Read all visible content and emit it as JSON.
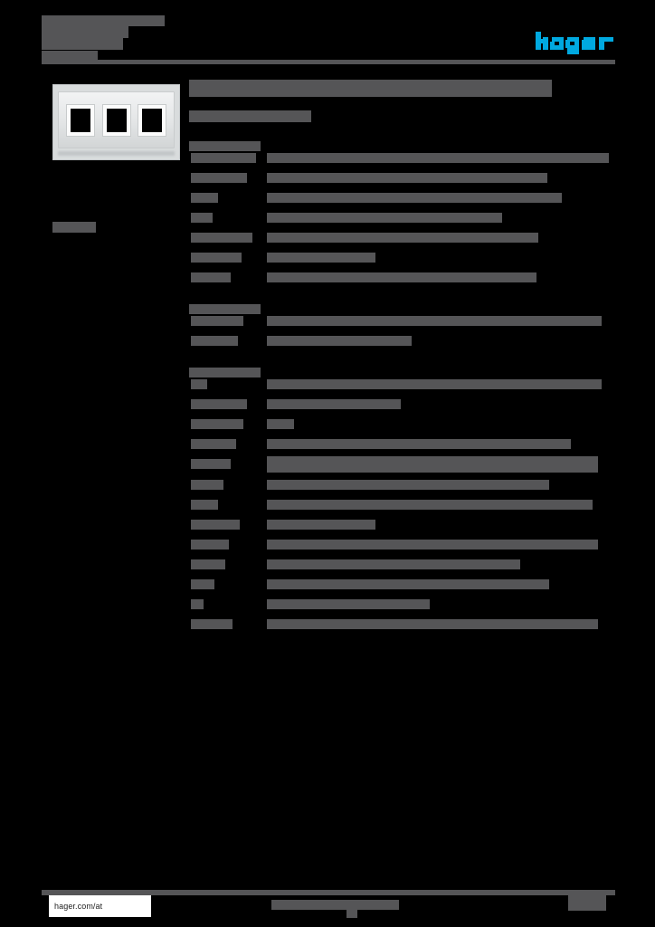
{
  "document": {
    "kind": "product-datasheet",
    "brand": "hager",
    "page_background": "#000000",
    "redaction_color": "#555557",
    "accent_color": "#00a9e0",
    "note": "All textual content on this page is obscured / redacted; only the brand logo and the footer URL remain legible."
  },
  "header": {
    "meta_lines": [
      {
        "id": "line-1",
        "text": "",
        "redacted": true
      },
      {
        "id": "line-2",
        "text": "",
        "redacted": true
      },
      {
        "id": "line-3",
        "text": "",
        "redacted": true
      },
      {
        "id": "line-4",
        "text": "",
        "redacted": true
      }
    ],
    "logo": {
      "name": "hager-logo",
      "label": "hager",
      "color": "#00a9e0"
    }
  },
  "left_column": {
    "product_image": {
      "name": "product-photo",
      "alt": "triple cover frame / wall plate",
      "windows": 3,
      "body_color": "#eceeef"
    },
    "caption": {
      "text": "",
      "redacted": true
    }
  },
  "main": {
    "title": {
      "text": "",
      "redacted": true
    },
    "subtitle": {
      "text": "",
      "redacted": true
    },
    "sections": [
      {
        "name": "section-1",
        "heading": {
          "text": "",
          "redacted": true
        },
        "rows": [
          {
            "label": "",
            "value": "",
            "label_w": 72,
            "value_w": 378,
            "tall": false
          },
          {
            "label": "",
            "value": "",
            "label_w": 62,
            "value_w": 310,
            "tall": false
          },
          {
            "label": "",
            "value": "",
            "label_w": 30,
            "value_w": 326,
            "tall": false
          },
          {
            "label": "",
            "value": "",
            "label_w": 24,
            "value_w": 260,
            "tall": false
          },
          {
            "label": "",
            "value": "",
            "label_w": 68,
            "value_w": 300,
            "tall": false
          },
          {
            "label": "",
            "value": "",
            "label_w": 56,
            "value_w": 120,
            "tall": false
          },
          {
            "label": "",
            "value": "",
            "label_w": 44,
            "value_w": 298,
            "tall": false
          }
        ]
      },
      {
        "name": "section-2",
        "heading": {
          "text": "",
          "redacted": true
        },
        "rows": [
          {
            "label": "",
            "value": "",
            "label_w": 58,
            "value_w": 370,
            "tall": false
          },
          {
            "label": "",
            "value": "",
            "label_w": 52,
            "value_w": 160,
            "tall": false
          }
        ]
      },
      {
        "name": "section-3",
        "heading": {
          "text": "",
          "redacted": true
        },
        "rows": [
          {
            "label": "",
            "value": "",
            "label_w": 18,
            "value_w": 370,
            "tall": false
          },
          {
            "label": "",
            "value": "",
            "label_w": 62,
            "value_w": 148,
            "tall": false
          },
          {
            "label": "",
            "value": "",
            "label_w": 58,
            "value_w": 30,
            "tall": false
          },
          {
            "label": "",
            "value": "",
            "label_w": 50,
            "value_w": 336,
            "tall": false
          },
          {
            "label": "",
            "value": "",
            "label_w": 44,
            "value_w": 366,
            "tall": true
          },
          {
            "label": "",
            "value": "",
            "label_w": 36,
            "value_w": 312,
            "tall": false
          },
          {
            "label": "",
            "value": "",
            "label_w": 30,
            "value_w": 360,
            "tall": false
          },
          {
            "label": "",
            "value": "",
            "label_w": 54,
            "value_w": 120,
            "tall": false
          },
          {
            "label": "",
            "value": "",
            "label_w": 42,
            "value_w": 366,
            "tall": false
          },
          {
            "label": "",
            "value": "",
            "label_w": 38,
            "value_w": 280,
            "tall": false
          },
          {
            "label": "",
            "value": "",
            "label_w": 26,
            "value_w": 312,
            "tall": false
          },
          {
            "label": "",
            "value": "",
            "label_w": 14,
            "value_w": 180,
            "tall": false
          },
          {
            "label": "",
            "value": "",
            "label_w": 46,
            "value_w": 366,
            "tall": false
          }
        ]
      }
    ]
  },
  "footer": {
    "url": "hager.com/at",
    "center_text": {
      "text": "",
      "redacted": true
    },
    "center_subtext": {
      "text": "",
      "redacted": true
    },
    "right_text": {
      "text": "",
      "redacted": true
    }
  }
}
